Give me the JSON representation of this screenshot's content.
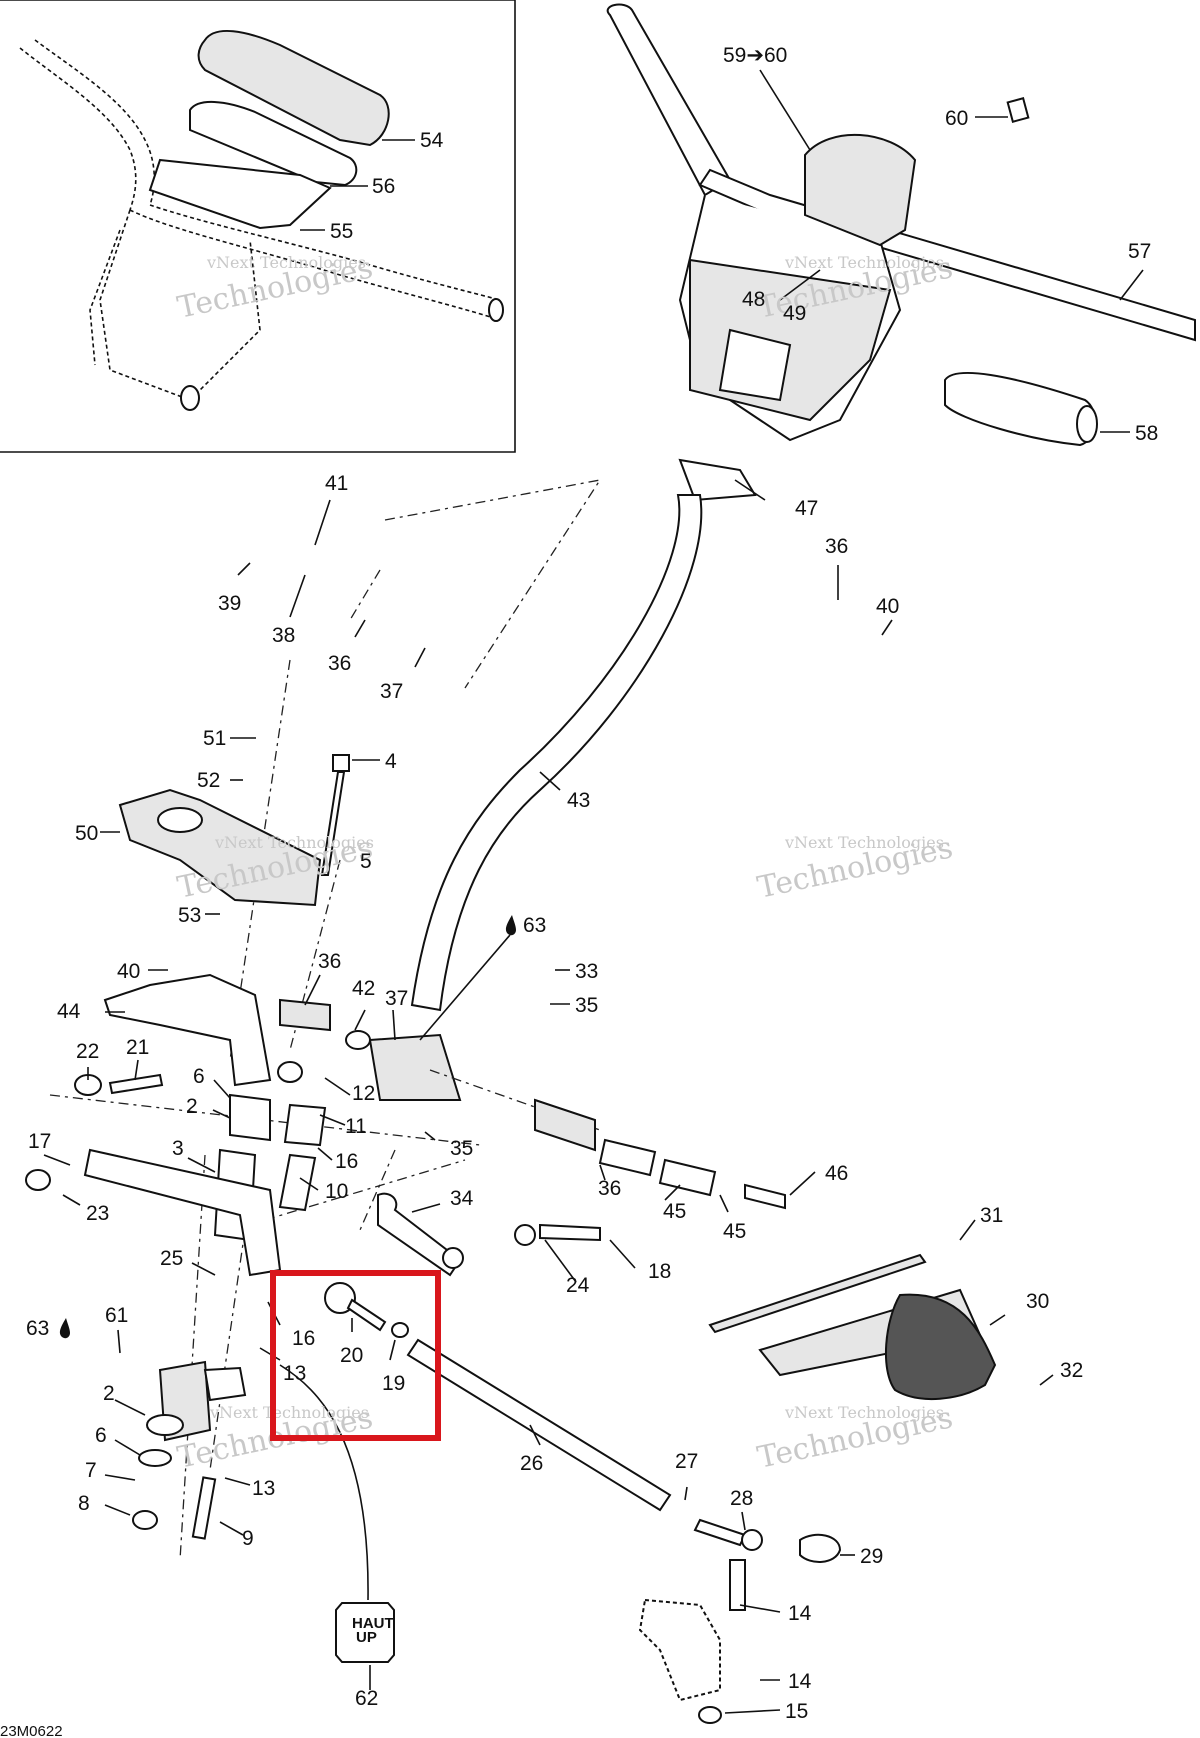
{
  "diagram": {
    "code": "23M0622",
    "watermark": [
      "vNext Technologies",
      "Technologies"
    ],
    "highlight_color": "#d9161c",
    "callouts": {
      "p54": "54",
      "p56": "56",
      "p55": "55",
      "p5960": "59➔60",
      "p60": "60",
      "p57": "57",
      "p48": "48",
      "p49": "49",
      "p58": "58",
      "p41": "41",
      "p47": "47",
      "p39": "39",
      "p38": "38",
      "p36a": "36",
      "p37a": "37",
      "p36b": "36",
      "p40a": "40",
      "p51": "51",
      "p4": "4",
      "p52": "52",
      "p43": "43",
      "p50": "50",
      "p5": "5",
      "p53": "53",
      "p63a": "63",
      "p40b": "40",
      "p36c": "36",
      "p33": "33",
      "p42": "42",
      "p37b": "37",
      "p35a": "35",
      "p44": "44",
      "p22": "22",
      "p21": "21",
      "p6a": "6",
      "p12": "12",
      "p2a": "2",
      "p11": "11",
      "p35b": "35",
      "p17": "17",
      "p3": "3",
      "p16a": "16",
      "p10": "10",
      "p34": "34",
      "p46": "46",
      "p23": "23",
      "p36d": "36",
      "p45a": "45",
      "p45b": "45",
      "p18": "18",
      "p25": "25",
      "p24": "24",
      "p31": "31",
      "p63b": "63",
      "p61": "61",
      "p16b": "16",
      "p20": "20",
      "p19": "19",
      "p30": "30",
      "p13a": "13",
      "p32": "32",
      "p2b": "2",
      "p6b": "6",
      "p26": "26",
      "p27": "27",
      "p7": "7",
      "p13b": "13",
      "p28": "28",
      "p8": "8",
      "p9": "9",
      "p29": "29",
      "p14a": "14",
      "p62": "62",
      "p14b": "14",
      "p15": "15"
    },
    "decal": [
      "HAUT",
      "UP"
    ]
  }
}
